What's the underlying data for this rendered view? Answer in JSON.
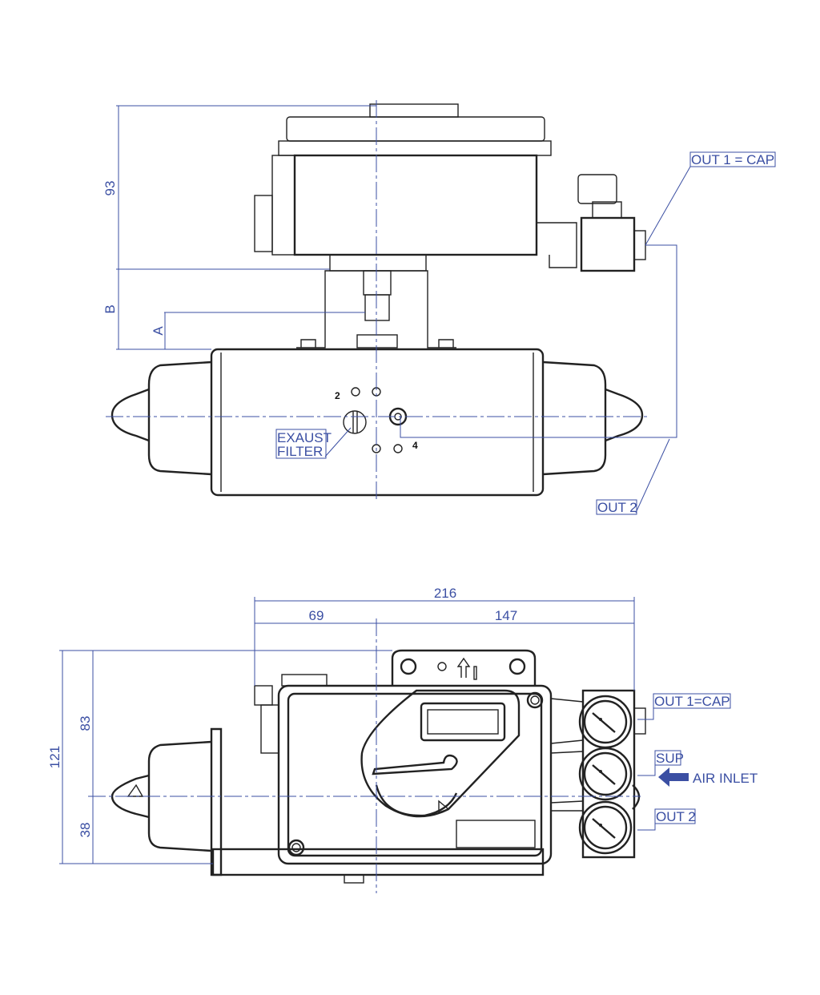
{
  "top_view": {
    "dim_93": "93",
    "dim_b": "B",
    "dim_a": "A",
    "out1_label": "OUT 1 = CAP",
    "exhaust_label_1": "EXAUST",
    "exhaust_label_2": "FILTER",
    "port_2": "2",
    "port_4": "4",
    "out2_label": "OUT 2"
  },
  "bottom_view": {
    "dim_216": "216",
    "dim_69": "69",
    "dim_147": "147",
    "dim_121": "121",
    "dim_83": "83",
    "dim_38": "38",
    "out1_label": "OUT 1=CAP",
    "sup_label": "SUP",
    "air_inlet_label": "AIR INLET",
    "out2_label": "OUT 2"
  },
  "colors": {
    "dimension": "#3b4fa3",
    "outline": "#222222"
  }
}
